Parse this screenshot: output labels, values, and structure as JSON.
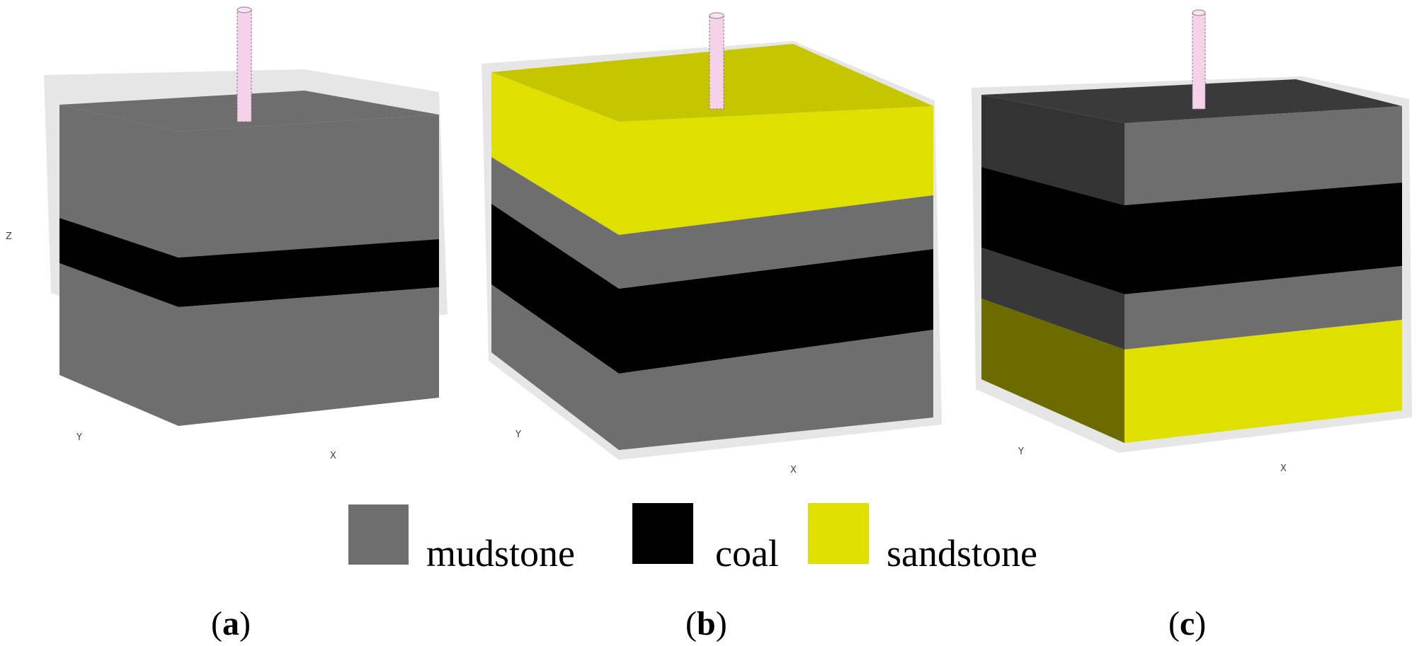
{
  "colors": {
    "mudstone": "#6e6e6e",
    "coal": "#000000",
    "sandstone": "#e0e000",
    "well": "#f6d2ea",
    "frame": "#e6e6e6"
  },
  "legend": [
    {
      "label": "mudstone",
      "color_key": "mudstone"
    },
    {
      "label": "coal",
      "color_key": "coal"
    },
    {
      "label": "sandstone",
      "color_key": "sandstone"
    }
  ],
  "panels": [
    {
      "id": "a",
      "open": "(",
      "letter": "a",
      "close": ")",
      "axes": {
        "x": "X",
        "y": "Y",
        "z": "Z"
      },
      "layers": [
        "mudstone",
        "coal",
        "mudstone"
      ]
    },
    {
      "id": "b",
      "open": "(",
      "letter": "b",
      "close": ")",
      "axes": {
        "x": "X",
        "y": "Y"
      },
      "layers": [
        "sandstone",
        "mudstone",
        "coal",
        "mudstone"
      ]
    },
    {
      "id": "c",
      "open": "(",
      "letter": "c",
      "close": ")",
      "axes": {
        "x": "X",
        "y": "Y"
      },
      "layers": [
        "mudstone",
        "coal",
        "mudstone",
        "sandstone"
      ]
    }
  ]
}
